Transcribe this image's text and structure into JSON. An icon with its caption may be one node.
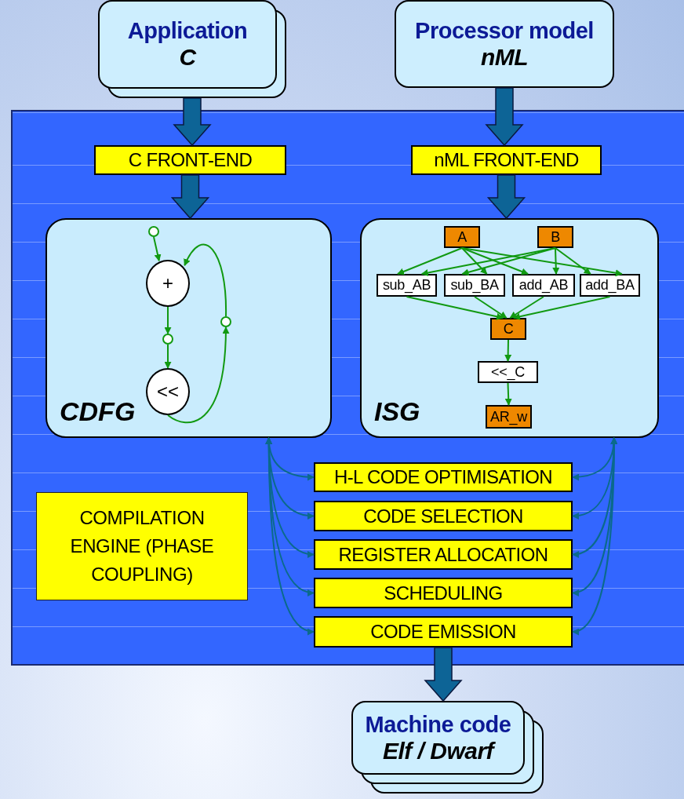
{
  "diagram": {
    "nodes": [
      {
        "text": [
          "Application",
          "C"
        ]
      },
      {
        "text": [
          "Processor model",
          "nML"
        ]
      },
      {
        "text": [],
        "shape": "box"
      },
      {
        "text": [
          "C FRONT-END"
        ],
        "in": 2
      },
      {
        "text": [
          "nML FRONT-END"
        ],
        "in": 2
      },
      {
        "text": [
          "CDFG"
        ],
        "in": 2
      },
      {
        "text": [],
        "shape": "circle",
        "in": 5
      },
      {
        "text": [
          "+"
        ],
        "in": 5
      },
      {
        "text": [],
        "shape": "circle",
        "in": 5
      },
      {
        "text": [
          "<<"
        ],
        "in": 5
      },
      {
        "text": [],
        "shape": "circle",
        "in": 5
      },
      {
        "text": [
          "ISG"
        ],
        "in": 2
      },
      {
        "text": [
          "A"
        ],
        "in": 11
      },
      {
        "text": [
          "B"
        ],
        "in": 11
      },
      {
        "text": [
          "sub_AB"
        ],
        "in": 11
      },
      {
        "text": [
          "sub_BA"
        ],
        "in": 11
      },
      {
        "text": [
          "add_AB"
        ],
        "in": 11
      },
      {
        "text": [
          "add_BA"
        ],
        "in": 11
      },
      {
        "text": [
          "C"
        ],
        "in": 11
      },
      {
        "text": [
          "<<_C"
        ],
        "in": 11
      },
      {
        "text": [
          "AR_w"
        ],
        "in": 11
      },
      {
        "text": [
          "COMPILATION ENGINE (PHASE COUPLING)"
        ],
        "in": 2
      },
      {
        "text": [
          "H-L CODE OPTIMISATION"
        ],
        "in": 2
      },
      {
        "text": [
          "CODE SELECTION"
        ],
        "in": 2
      },
      {
        "text": [
          "REGISTER ALLOCATION"
        ],
        "in": 2
      },
      {
        "text": [
          "SCHEDULING"
        ],
        "in": 2
      },
      {
        "text": [
          "CODE EMISSION"
        ],
        "in": 2
      },
      {
        "text": [
          "Machine code",
          "Elf / Dwarf"
        ]
      }
    ],
    "edges": [
      {
        "from": 0,
        "to": 3,
        "arrow": "to",
        "style": "thick",
        "color": "#0d6496"
      },
      {
        "from": 3,
        "to": 5,
        "arrow": "to",
        "style": "thick",
        "color": "#0d6496"
      },
      {
        "from": 1,
        "to": 4,
        "arrow": "to",
        "style": "thick",
        "color": "#0d6496"
      },
      {
        "from": 4,
        "to": 11,
        "arrow": "to",
        "style": "thick",
        "color": "#0d6496"
      },
      {
        "from": 6,
        "to": 7,
        "arrow": "to"
      },
      {
        "from": 7,
        "to": 8,
        "arrow": "to"
      },
      {
        "from": 8,
        "to": 9,
        "arrow": "to"
      },
      {
        "from": 9,
        "to": 10,
        "arrow": "to"
      },
      {
        "from": 10,
        "to": 7,
        "arrow": "to"
      },
      {
        "from": 12,
        "to": 14,
        "arrow": "to"
      },
      {
        "from": 12,
        "to": 15,
        "arrow": "to"
      },
      {
        "from": 12,
        "to": 16,
        "arrow": "to"
      },
      {
        "from": 12,
        "to": 17,
        "arrow": "to"
      },
      {
        "from": 13,
        "to": 14,
        "arrow": "to"
      },
      {
        "from": 13,
        "to": 15,
        "arrow": "to"
      },
      {
        "from": 13,
        "to": 16,
        "arrow": "to"
      },
      {
        "from": 13,
        "to": 17,
        "arrow": "to"
      },
      {
        "from": 14,
        "to": 18,
        "arrow": "to"
      },
      {
        "from": 15,
        "to": 18,
        "arrow": "to"
      },
      {
        "from": 16,
        "to": 18,
        "arrow": "to"
      },
      {
        "from": 17,
        "to": 18,
        "arrow": "to"
      },
      {
        "from": 18,
        "to": 19,
        "arrow": "to"
      },
      {
        "from": 19,
        "to": 20,
        "arrow": "to"
      },
      {
        "from": 5,
        "to": 22,
        "arrow": "both",
        "color": "#0b6a8c"
      },
      {
        "from": 5,
        "to": 23,
        "arrow": "both",
        "color": "#0b6a8c"
      },
      {
        "from": 5,
        "to": 24,
        "arrow": "both",
        "color": "#0b6a8c"
      },
      {
        "from": 5,
        "to": 25,
        "arrow": "both",
        "color": "#0b6a8c"
      },
      {
        "from": 5,
        "to": 26,
        "arrow": "both",
        "color": "#0b6a8c"
      },
      {
        "from": 11,
        "to": 22,
        "arrow": "both",
        "color": "#0b6a8c"
      },
      {
        "from": 11,
        "to": 23,
        "arrow": "both",
        "color": "#0b6a8c"
      },
      {
        "from": 11,
        "to": 24,
        "arrow": "both",
        "color": "#0b6a8c"
      },
      {
        "from": 11,
        "to": 25,
        "arrow": "both",
        "color": "#0b6a8c"
      },
      {
        "from": 11,
        "to": 26,
        "arrow": "both",
        "color": "#0b6a8c"
      },
      {
        "from": 26,
        "to": 27,
        "arrow": "to",
        "style": "thick",
        "color": "#0d6496"
      }
    ]
  }
}
